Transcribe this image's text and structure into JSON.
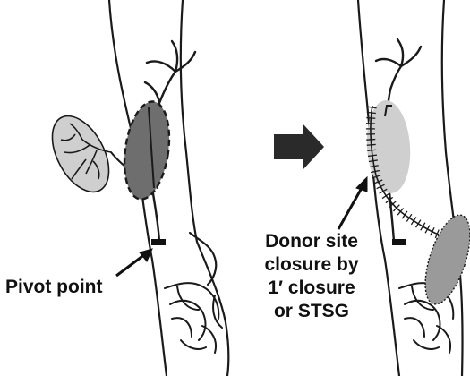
{
  "labels": {
    "pivot_point": "Pivot point",
    "donor_site_lines": [
      "Donor site",
      "closure by",
      "1′ closure",
      "or STSG"
    ]
  },
  "icons": {
    "arrow": "right-arrow-icon",
    "pointer": "pointer-arrow-icon"
  },
  "colors": {
    "outline": "#1a1a1a",
    "flap_dark": "#6e6e6e",
    "flap_light": "#cfcfcf",
    "flap_mid": "#9a9a9a",
    "transfer_arrow": "#2a2a2a"
  }
}
